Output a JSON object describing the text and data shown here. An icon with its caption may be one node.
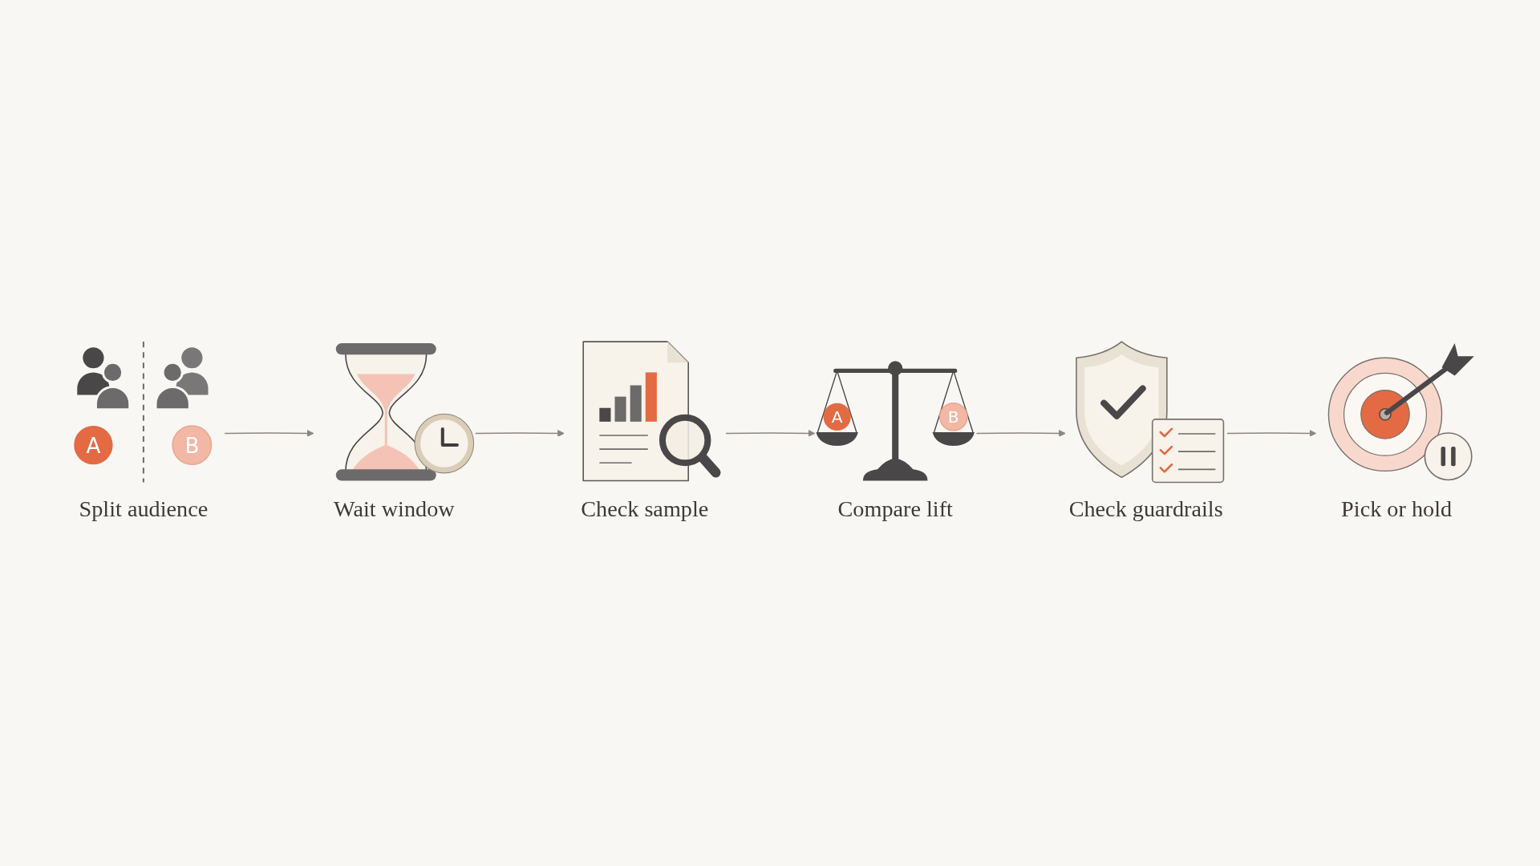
{
  "diagram": {
    "nodes": [
      {
        "text": [
          "Split audience"
        ]
      },
      {
        "text": [
          "Wait window"
        ]
      },
      {
        "text": [
          "Check sample"
        ]
      },
      {
        "text": [
          "Compare lift"
        ]
      },
      {
        "text": [
          "Check guardrails"
        ]
      },
      {
        "text": [
          "Pick or hold"
        ]
      }
    ],
    "edges": [
      {
        "from": 0,
        "to": 1,
        "arrow": "to"
      },
      {
        "from": 1,
        "to": 2,
        "arrow": "to"
      },
      {
        "from": 2,
        "to": 3,
        "arrow": "to"
      },
      {
        "from": 3,
        "to": 4,
        "arrow": "to"
      },
      {
        "from": 4,
        "to": 5,
        "arrow": "to"
      }
    ],
    "labels": [
      "A",
      "B",
      "A",
      "B"
    ]
  }
}
